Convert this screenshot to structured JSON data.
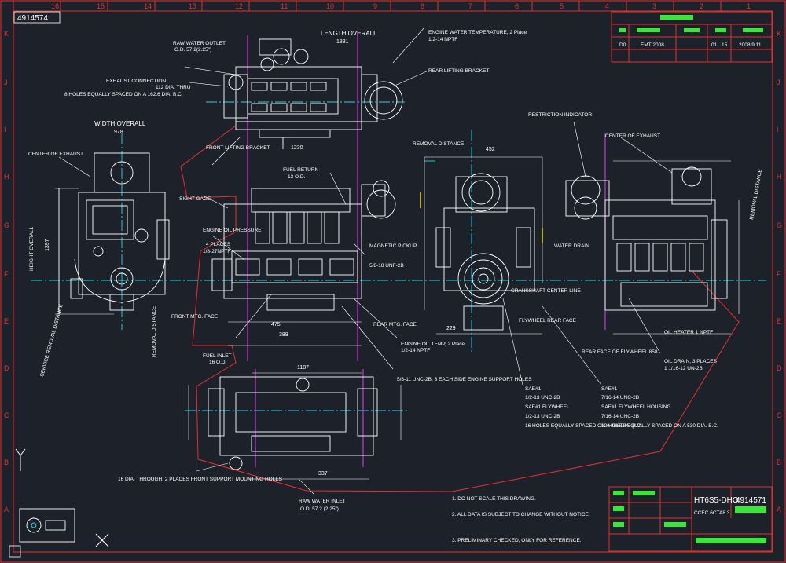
{
  "drawing_number_top": "4914574",
  "ruler_top": [
    "16",
    "15",
    "14",
    "13",
    "12",
    "11",
    "10",
    "9",
    "8",
    "7",
    "6",
    "5",
    "4",
    "3",
    "2",
    "1"
  ],
  "ruler_side": [
    "K",
    "J",
    "I",
    "H",
    "G",
    "F",
    "E",
    "D",
    "C",
    "B",
    "A"
  ],
  "top_title_block": {
    "row_labels": [
      "D0",
      "EMT 2008",
      "2008.9.11"
    ],
    "row_values": [
      "01",
      "15"
    ]
  },
  "dimensions": {
    "width_overall": "WIDTH OVERALL",
    "width_value": "978",
    "length_overall": "LENGTH OVERALL",
    "length_value": "1881",
    "height_overall": "HEIGHT OVERALL",
    "height_value": "1397",
    "removal_distance": "REMOVAL DISTANCE",
    "removal_value": "452",
    "crankshaft_center_line": "CRANKSHAFT CENTER LINE",
    "d_1187": "1187",
    "d_1230": "1230",
    "d_475": "475",
    "d_388": "388",
    "d_229": "229",
    "d_337": "337"
  },
  "callouts": {
    "raw_water_outlet": "RAW WATER OUTLET",
    "raw_water_outlet_size": "O.D. 57.2(2.25\")",
    "exhaust_connection": "EXHAUST CONNECTION",
    "exhaust_connection_size": "112 DIA. THRU",
    "exhaust_bolt_holes": "8 HOLES EQUALLY SPACED ON A 162.6 DIA. B.C.",
    "engine_water_temp": "ENGINE WATER TEMPERATURE, 2 Place",
    "engine_water_temp_thread": "1/2-14 NPTF",
    "rear_lifting_bracket": "REAR LIFTING BRACKET",
    "center_of_exhaust": "CENTER OF EXHAUST",
    "front_lifting_bracket": "FRONT LIFTING BRACKET",
    "fuel_return": "FUEL RETURN",
    "fuel_return_size": "13 O.D.",
    "sight_gauge": "SIGHT GAGE",
    "engine_oil_pressure": "ENGINE OIL PRESSURE",
    "engine_oil_pressure_places": "4 PLACES",
    "engine_oil_pressure_thread": "1/8-27NPTF",
    "magnetic_pickup": "MAGNETIC PICKUP",
    "magnetic_pickup_thread": "5/8-18 UNF-2B",
    "front_mtg_face": "FRONT MTG. FACE",
    "rear_mtg_face": "REAR MTG. FACE",
    "fuel_inlet": "FUEL INLET",
    "fuel_inlet_size": "16 O.D.",
    "engine_oil_temp": "ENGINE OIL TEMP, 2 Place",
    "engine_oil_temp_thread": "1/2-14 NPTF",
    "support_holes": "5/8-11 UNC-2B, 3 EACH SIDE ENGINE SUPPORT HOLES",
    "restriction_indicator": "RESTRICTION INDICATOR",
    "water_drain": "WATER DRAIN",
    "flywheel_rear_face": "FLYWHEEL REAR FACE",
    "rear_face_flywheel": "REAR FACE OF FLYWHEEL 858",
    "oil_heater": "OIL HEATER 1 NPTF",
    "oil_drain": "OIL DRAIN, 3 PLACES",
    "oil_drain_thread": "1 1/16-12 UN-2B",
    "sae_flywheel_title": "SAE#1",
    "sae_flywheel_1": "1/2-13 UNC-2B",
    "sae_flywheel_2": "SAE#1 FLYWHEEL",
    "sae_flywheel_3": "1/2-13 UNC-2B",
    "sae_flywheel_4": "16 HOLES EQUALLY SPACED ON A 466 DIA. B.C.",
    "sae_housing_title": "SAE#1",
    "sae_housing_1": "7/16-14 UNC-2B",
    "sae_housing_2": "SAE#1 FLYWHEEL HOUSING",
    "sae_housing_3": "7/16-14 UNC-2B",
    "sae_housing_4": "12 HOLES EQUALLY SPACED ON A 530 DIA. B.C.",
    "mounting_holes": "16 DIA. THROUGH, 2 PLACES FRONT SUPPORT MOUNTING HOLES",
    "raw_water_inlet": "RAW WATER INLET",
    "raw_water_inlet_size": "O.D. 57.2 (2.25\")",
    "service_removal": "SERVICE REMOVAL DISTANCE",
    "right_removal": "REMOVAL DISTANCE"
  },
  "notes": {
    "n1": "1. DO NOT SCALE THIS DRAWING.",
    "n2": "2. ALL DATA IS SUBJECT TO CHANGE WITHOUT NOTICE.",
    "n3": "3. PRELIMINARY CHECKED, ONLY FOR REFERENCE."
  },
  "title_block": {
    "model": "HT6S5-DHO",
    "drawing_number": "4914571",
    "sub_line": "CCEC 6CTA8.3"
  },
  "colors": {
    "background": "#1d222a",
    "border": "#e23030",
    "centerline": "#28d6e6",
    "removal_line": "#d03be0",
    "green_text": "#38e838"
  },
  "icons": [
    "compass-icon",
    "ucs-icon",
    "engine-outline-icon"
  ]
}
